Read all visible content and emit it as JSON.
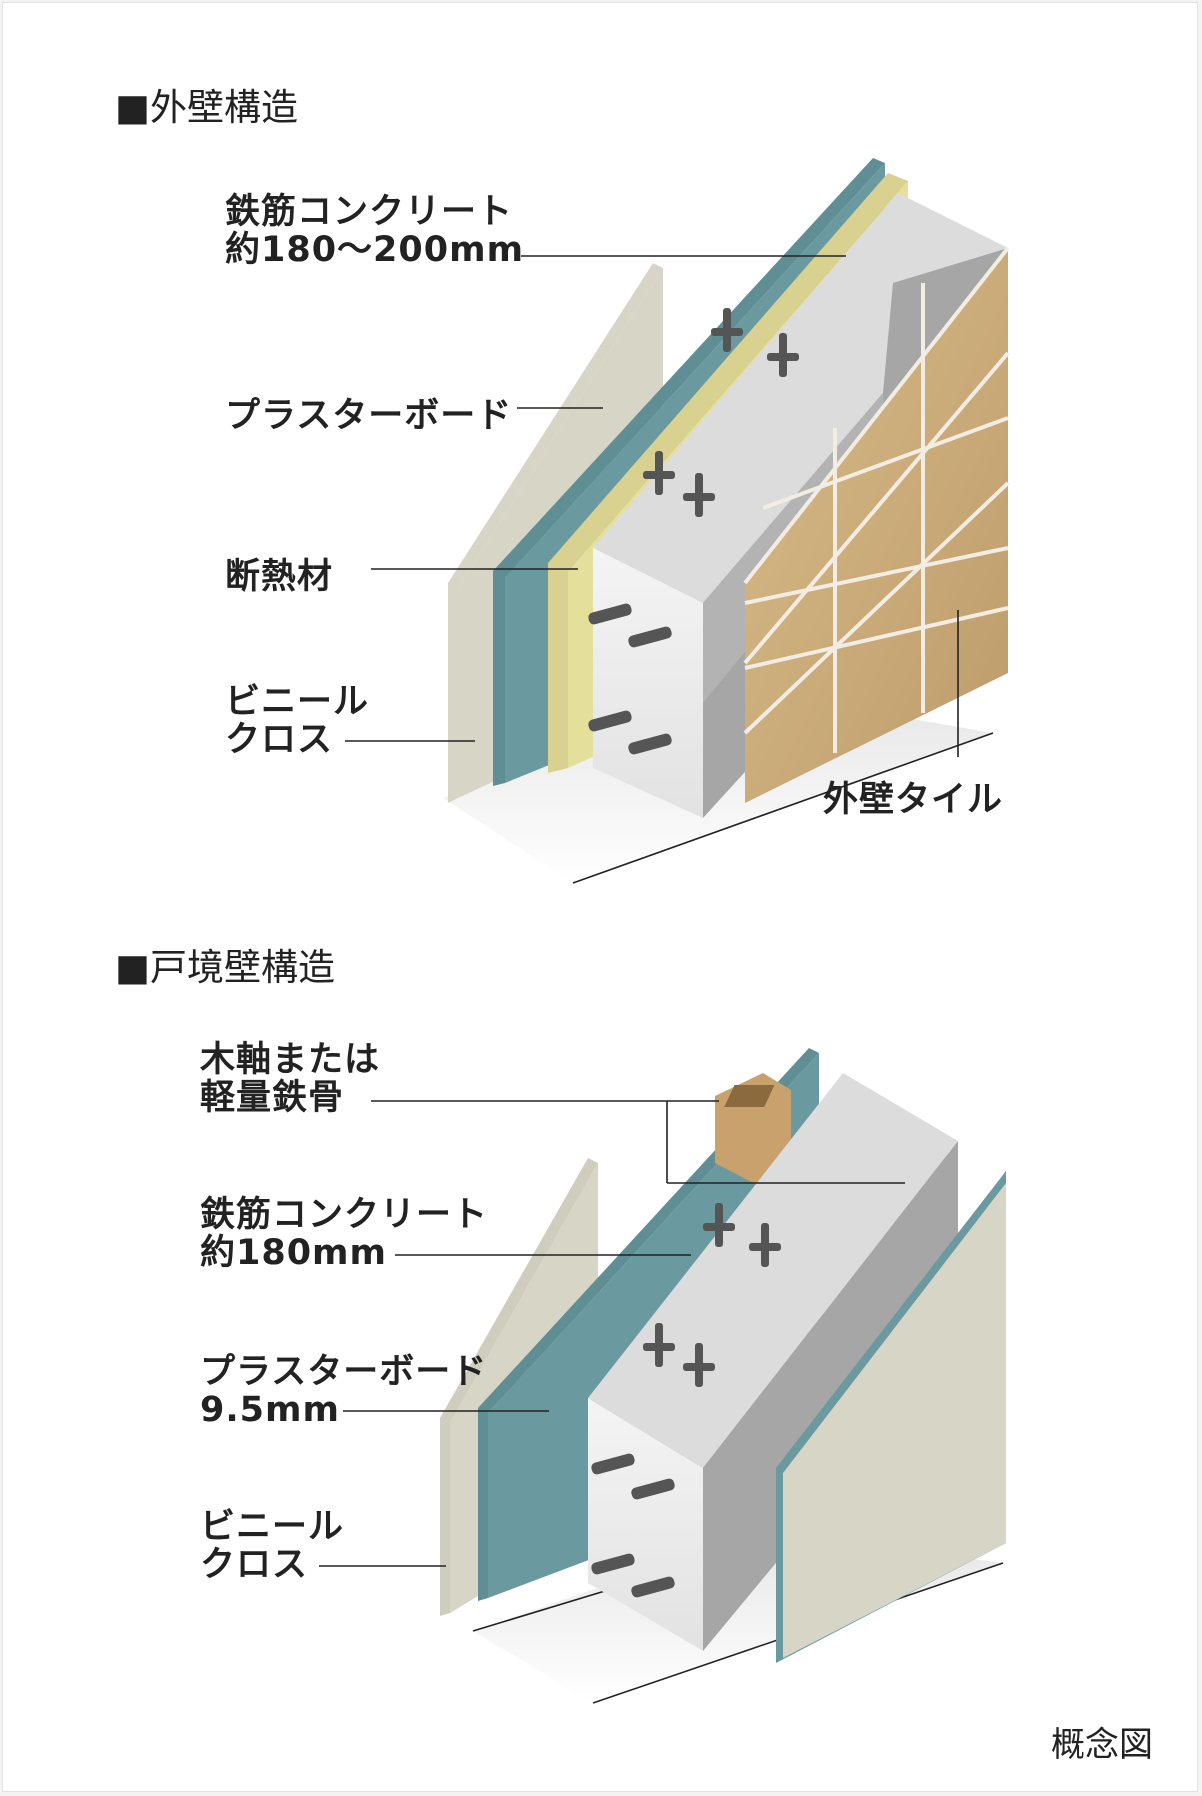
{
  "exterior": {
    "title": "■外壁構造",
    "labels": {
      "concrete_line1": "鉄筋コンクリート",
      "concrete_line2": "約180〜200mm",
      "plasterboard": "プラスターボード",
      "insulation": "断熱材",
      "vinyl_line1": "ビニール",
      "vinyl_line2": "クロス",
      "tile": "外壁タイル"
    }
  },
  "partition": {
    "title": "■戸境壁構造",
    "labels": {
      "frame_line1": "木軸または",
      "frame_line2": "軽量鉄骨",
      "concrete_line1": "鉄筋コンクリート",
      "concrete_line2": "約180mm",
      "plasterboard_line1": "プラスターボード",
      "plasterboard_line2": "9.5mm",
      "vinyl_line1": "ビニール",
      "vinyl_line2": "クロス"
    }
  },
  "note": "概念図",
  "colors": {
    "vinyl": "#d6d5c6",
    "board": "#6a9aa0",
    "insulation": "#e5df9c",
    "concrete_top": "#dcdcdc",
    "concrete_face": "#eeeeee",
    "concrete_side": "#a6a6a6",
    "tile": "#c8a978",
    "frame": "#c9a16c"
  }
}
